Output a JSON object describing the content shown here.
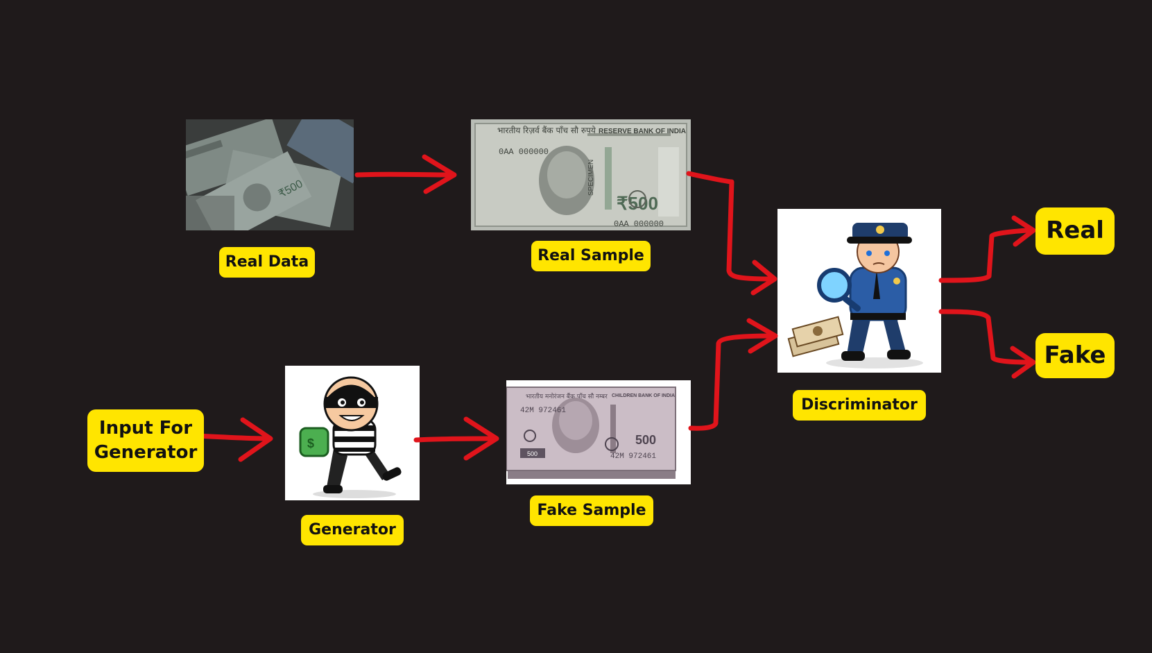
{
  "diagram": {
    "nodes": {
      "real_data": {
        "label": "Real Data",
        "image": "currency-notes-pile"
      },
      "real_sample": {
        "label": "Real Sample",
        "image": "banknote-real",
        "note_text": {
          "hindi": "भारतीय रिज़र्व बैंक   पाँच सौ रुपये",
          "bank": "RESERVE BANK OF INDIA",
          "serial": "0AA 000000",
          "value": "₹500",
          "side": "SPECIMEN"
        }
      },
      "input_generator": {
        "label": "Input For\nGenerator"
      },
      "generator": {
        "label": "Generator",
        "image": "thief-cartoon"
      },
      "fake_sample": {
        "label": "Fake Sample",
        "image": "banknote-fake",
        "note_text": {
          "hindi": "भारतीय मनोरंजन बैंक  पाँच सौ नम्बर",
          "bank": "CHILDREN BANK OF INDIA",
          "serial": "42M 972461",
          "value": "500"
        }
      },
      "discriminator": {
        "label": "Discriminator",
        "image": "police-detective-cartoon"
      },
      "out_real": {
        "label": "Real"
      },
      "out_fake": {
        "label": "Fake"
      }
    },
    "edges": [
      [
        "real_data",
        "real_sample"
      ],
      [
        "real_sample",
        "discriminator"
      ],
      [
        "input_generator",
        "generator"
      ],
      [
        "generator",
        "fake_sample"
      ],
      [
        "fake_sample",
        "discriminator"
      ],
      [
        "discriminator",
        "out_real"
      ],
      [
        "discriminator",
        "out_fake"
      ]
    ],
    "colors": {
      "background": "#1f1a1b",
      "label_fill": "#ffe500",
      "arrow": "#e0141b"
    }
  }
}
